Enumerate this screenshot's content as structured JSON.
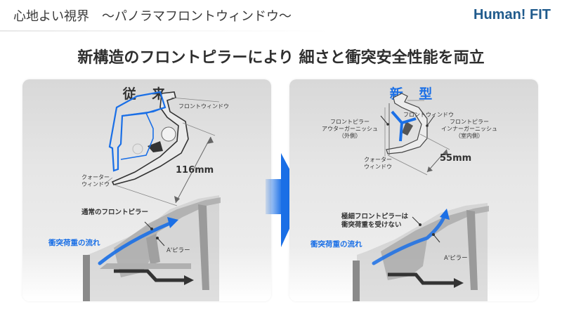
{
  "header": {
    "title": "心地よい視界　～パノラマフロントウィンドウ～",
    "brand": "Human! FIT"
  },
  "headline": "新構造のフロントピラーにより 細さと衝突安全性能を両立",
  "colors": {
    "accent_blue": "#1a6fe6",
    "brand_blue": "#1f5a8c",
    "text_dark": "#333333"
  },
  "panels": {
    "conventional": {
      "title": "従 来",
      "labels": {
        "front_window": "フロントウィンドウ",
        "quarter_window_line1": "クォーター",
        "quarter_window_line2": "ウィンドウ"
      },
      "dimension": "116mm",
      "callout": "通常のフロントピラー",
      "flow_label": "衝突荷重の流れ",
      "a_pillar": "A'ピラー"
    },
    "new": {
      "title": "新 型",
      "labels": {
        "front_window": "フロントウィンドウ",
        "outer_line1": "フロントピラー",
        "outer_line2": "アウターガーニッシュ",
        "outer_line3": "（外側）",
        "inner_line1": "フロントピラー",
        "inner_line2": "インナーガーニッシュ",
        "inner_line3": "（室内側）",
        "quarter_window_line1": "クォーター",
        "quarter_window_line2": "ウィンドウ"
      },
      "dimension": "55mm",
      "callout_line1": "極細フロントピラーは",
      "callout_line2": "衝突荷重を受けない",
      "flow_label": "衝突荷重の流れ",
      "a_pillar": "A'ピラー"
    }
  },
  "transition_arrow": "right-arrow-icon"
}
